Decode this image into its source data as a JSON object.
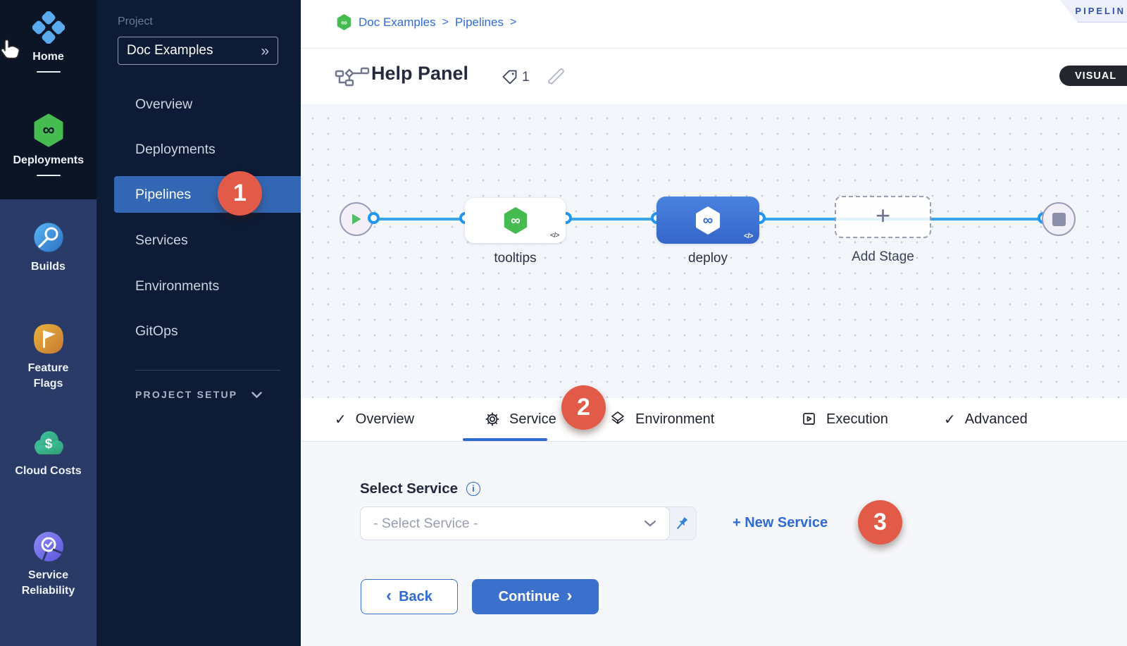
{
  "colors": {
    "accent_blue": "#2e6ad1",
    "badge_red": "#e25b49",
    "harness_green": "#42b94f",
    "sidebar_dark": "#0d1b36",
    "rail_blue": "#2b3b68",
    "connector_blue": "#3aa5ea"
  },
  "rail": {
    "items": [
      {
        "label": "Home"
      },
      {
        "label": "Deployments"
      },
      {
        "label": "Builds"
      },
      {
        "label": "Feature Flags"
      },
      {
        "label": "Cloud Costs"
      },
      {
        "label": "Service Reliability"
      }
    ]
  },
  "project": {
    "section_label": "Project",
    "name": "Doc Examples",
    "menu": [
      "Overview",
      "Deployments",
      "Pipelines",
      "Services",
      "Environments",
      "GitOps"
    ],
    "active_item": "Pipelines",
    "setup": "PROJECT SETUP"
  },
  "breadcrumb": {
    "items": [
      "Doc Examples",
      "Pipelines"
    ]
  },
  "header": {
    "ribbon": "PIPELIN",
    "title": "Help Panel",
    "tag_count": "1",
    "mode": "VISUAL"
  },
  "canvas": {
    "stages": [
      {
        "name": "tooltips"
      },
      {
        "name": "deploy"
      }
    ],
    "add_stage": "Add Stage"
  },
  "tabs": {
    "items": [
      "Overview",
      "Service",
      "Environment",
      "Execution",
      "Advanced"
    ],
    "active": "Service"
  },
  "steps": [
    "1",
    "2",
    "3"
  ],
  "service_panel": {
    "label": "Select Service",
    "placeholder": "- Select Service -",
    "new_service": "+ New Service",
    "back_label": "Back",
    "continue_label": "Continue"
  },
  "icons": {
    "double_chevron": "»",
    "breadcrumb_separator": ">",
    "check": "✓",
    "plus": "+",
    "chevron_left": "‹",
    "chevron_right": "›",
    "infinity": "∞",
    "info": "i",
    "code": "</>"
  }
}
